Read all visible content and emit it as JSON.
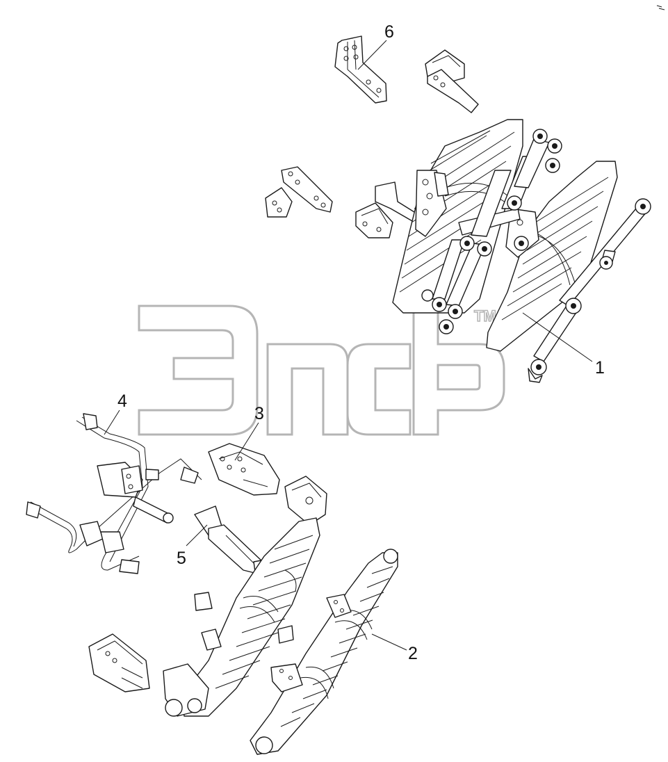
{
  "diagram": {
    "callouts": [
      {
        "id": "1",
        "label": "1"
      },
      {
        "id": "2",
        "label": "2"
      },
      {
        "id": "3",
        "label": "3"
      },
      {
        "id": "4",
        "label": "4"
      },
      {
        "id": "5",
        "label": "5"
      },
      {
        "id": "6",
        "label": "6"
      }
    ],
    "watermark": {
      "trademark": "TM"
    },
    "colors": {
      "line": "#1a1a1a",
      "watermark": "#b5b5b5",
      "background": "#ffffff"
    }
  }
}
